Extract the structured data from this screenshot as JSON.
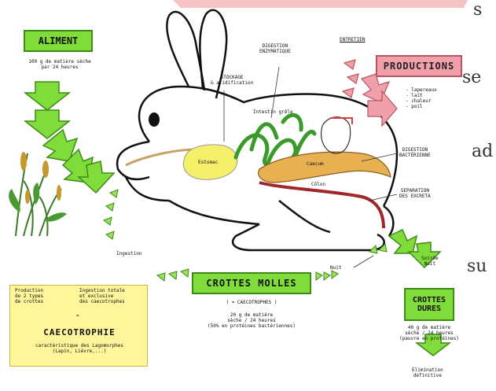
{
  "boxes": {
    "aliment": "ALIMENT",
    "productions": "PRODUCTIONS",
    "crottes_molles": "CROTTES MOLLES",
    "crottes_dures": "CROTTES\nDURES",
    "caecotrophie": "CAECOTROPHIE"
  },
  "labels": {
    "aliment_sub": "100 g de matière sèche\npar 24 heures",
    "stockage": "STOCKAGE\n& acidification",
    "digestion_enz": "DIGESTION\nENZYMATIQUE",
    "entretien": "ENTRETIEN",
    "intestin": "Intestin grêle",
    "estomac": "Estomac",
    "caecum": "Caecum",
    "colon": "Côlon",
    "digestion_bact": "DIGESTION\nBACTÉRIENNE",
    "separation": "SEPARATION\nDES EXCRETA",
    "ingestion": "Ingestion",
    "nuit": "Nuit",
    "soirée": "Soirée\nNuit",
    "crottes_molles_sub": "( = CAECOTROPHES )",
    "crottes_molles_detail": "20 g de matière\nsèche / 24 heures\n(50% en protéines bactériennes)",
    "crottes_dures_detail": "40 g de matière\nsèche / 24 heures\n(pauvre en protéines)",
    "elimination": "Elimination\ndéfinitive",
    "prod_list": "- lapereaux\n- lait\n- chaleur\n- poil",
    "caeco_left": "Production\nde 2 types\nde crottes",
    "caeco_right": "Ingestion totale\net exclusive\ndes caecotrophes",
    "caeco_plus": "=",
    "caeco_sub": "caractéristique des Lagomorphes\n(Lapin, Lièvre,...)"
  },
  "side_text": {
    "s1": "s",
    "s2": "se",
    "s3": "ad",
    "s4": "su"
  },
  "colors": {
    "green": "#7fdc3a",
    "pink": "#f0a0aa",
    "yellow": "#f5f06a",
    "tan": "#e8b050",
    "red": "#a0282a",
    "note": "#fff59a"
  }
}
